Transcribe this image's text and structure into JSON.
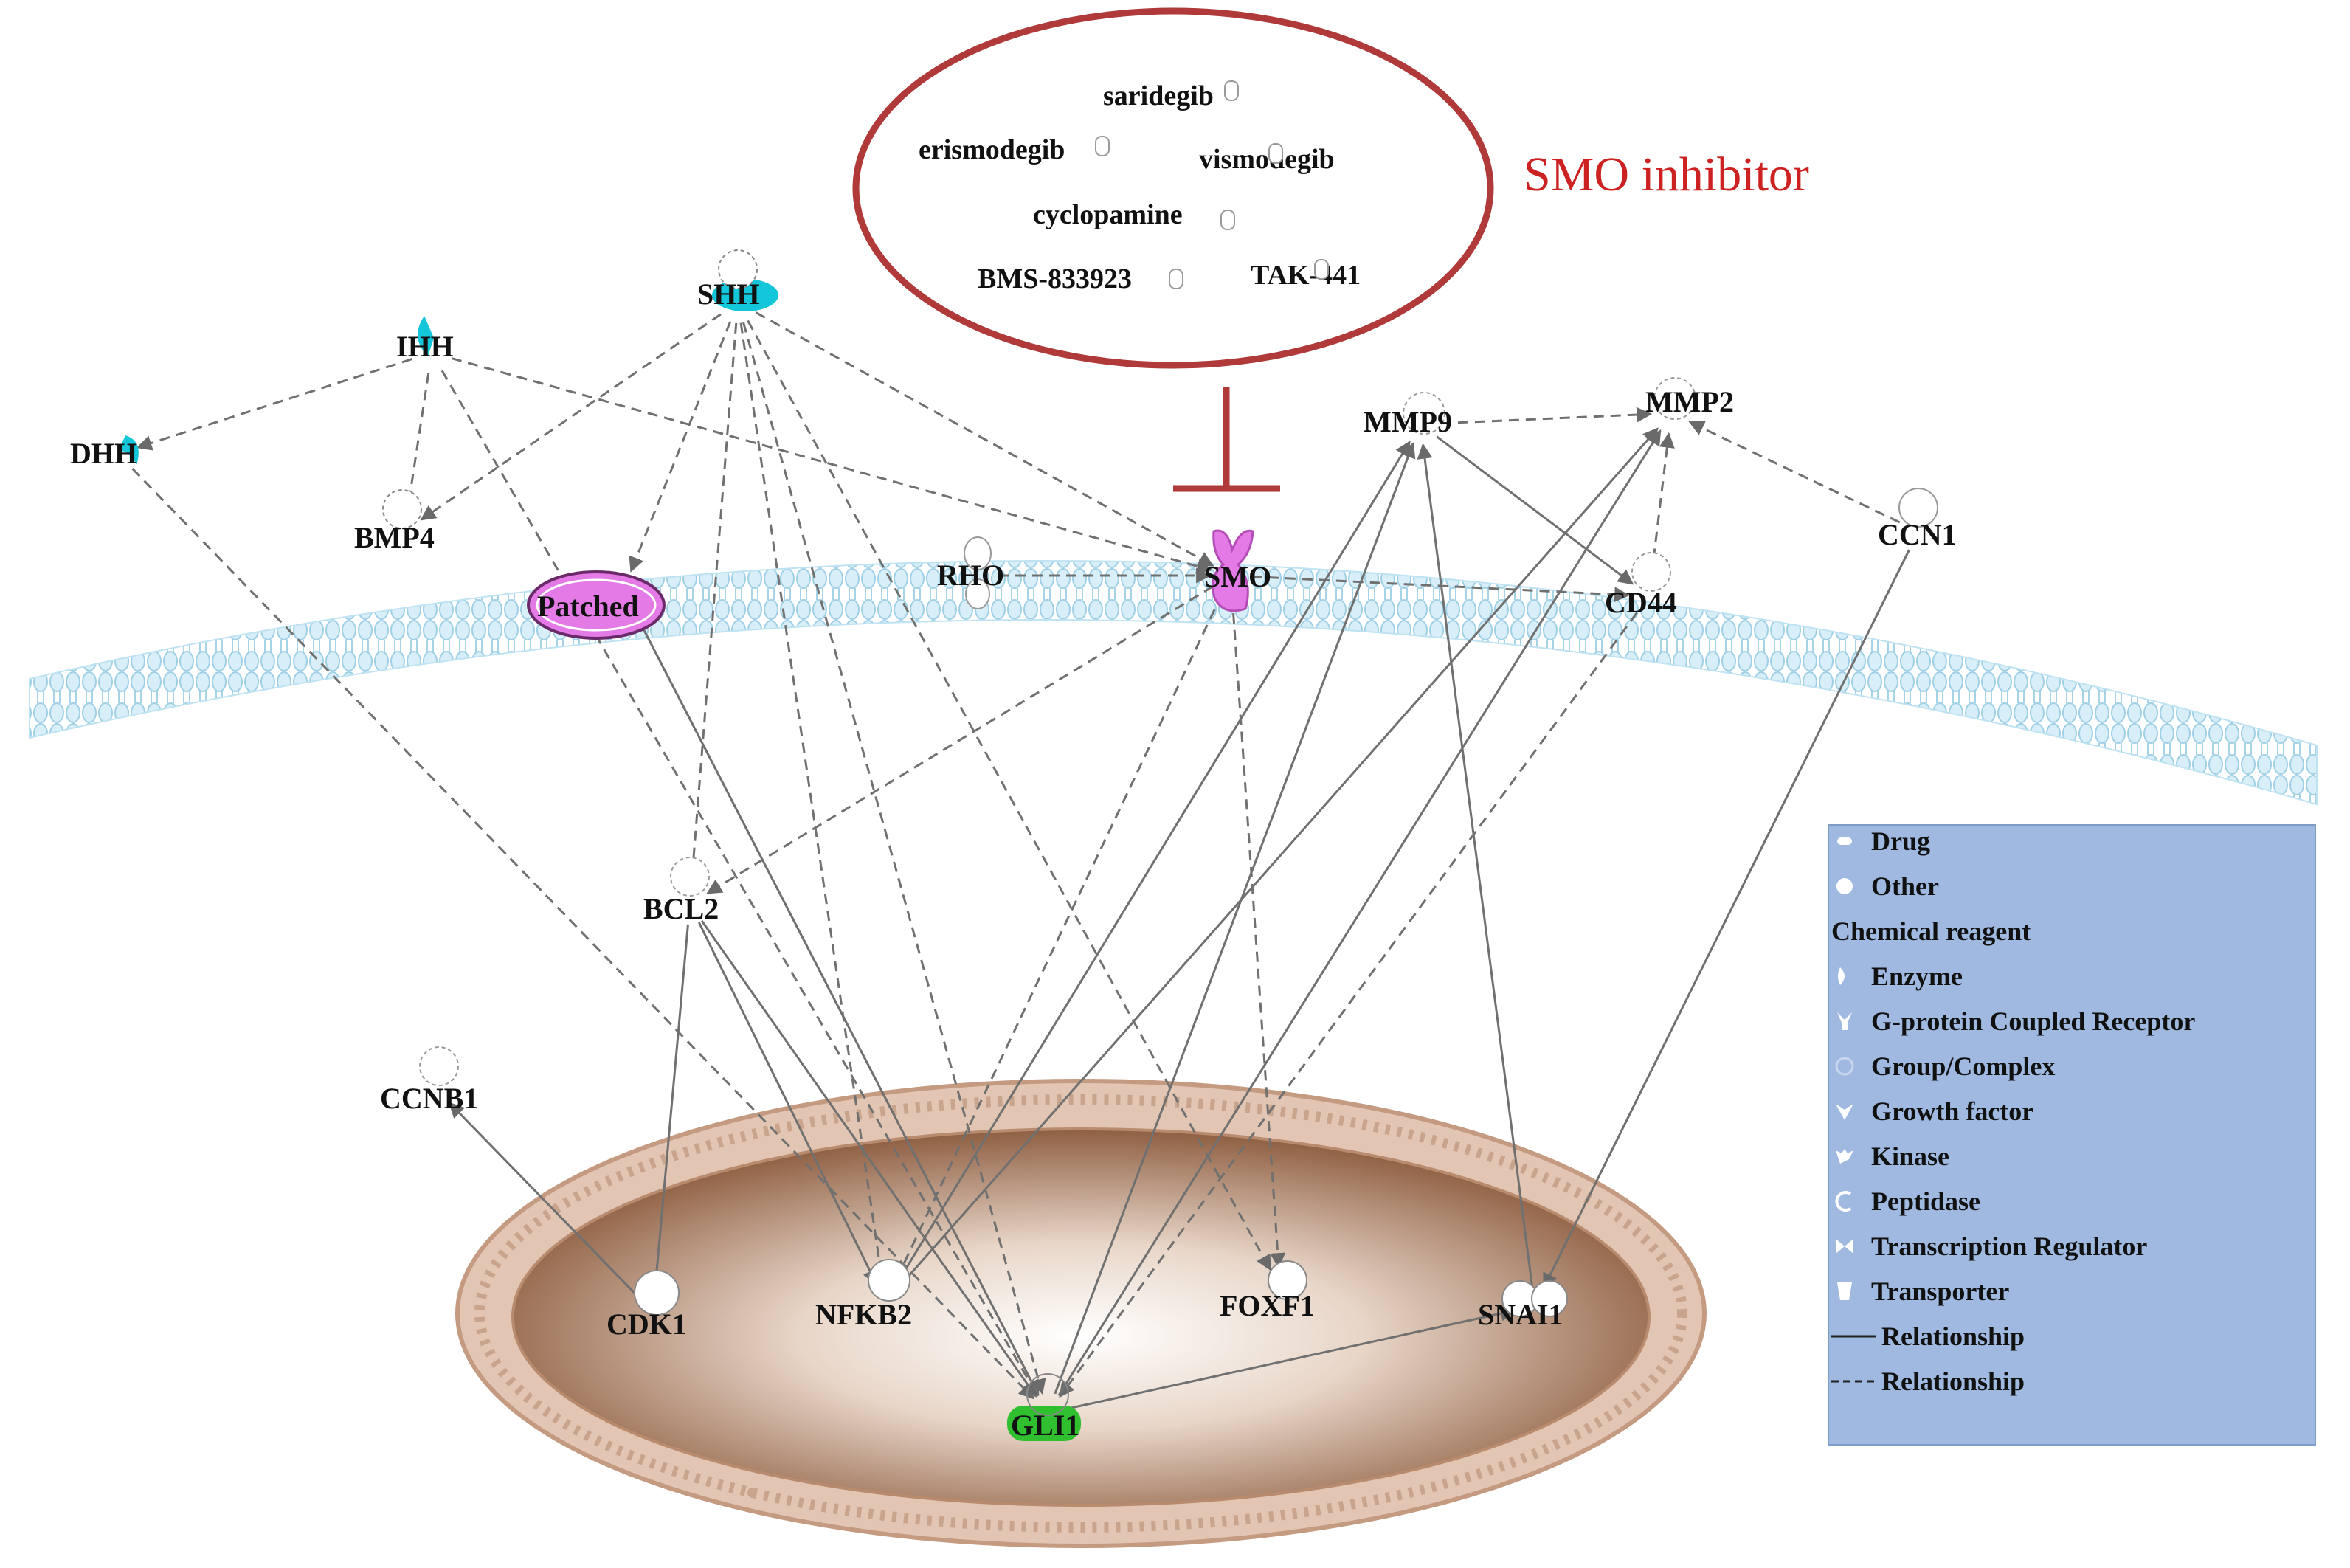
{
  "title": "",
  "colors": {
    "membrane": "#bfe3f2",
    "membrane_stroke": "#86c4e0",
    "nucleus_outer": "#c8a088",
    "nucleus_inner_center": "#ffffff",
    "nucleus_inner_edge": "#8b5a3c",
    "inhibitor_red": "#cc2222",
    "ellipse_stroke": "#b03a3a",
    "edge_gray": "#707070",
    "legend_bg": "#9fb9e0",
    "cyan": "#13c6d9",
    "magenta": "#e37ae6",
    "green": "#2fbf2f"
  },
  "inhibitor": {
    "title": "SMO inhibitor",
    "drugs": [
      "saridegib",
      "erismodegib",
      "vismodegib",
      "cyclopamine",
      "BMS-833923",
      "TAK-441"
    ]
  },
  "nodes": [
    {
      "id": "SHH",
      "label": "SHH",
      "style": "cyan-kinase"
    },
    {
      "id": "IHH",
      "label": "IHH",
      "style": "cyan-peptidase"
    },
    {
      "id": "DHH",
      "label": "DHH",
      "style": "cyan-peptidase"
    },
    {
      "id": "BMP4",
      "label": "BMP4",
      "style": "growth"
    },
    {
      "id": "Patched",
      "label": "Patched",
      "style": "magenta-ellipse"
    },
    {
      "id": "RHO",
      "label": "RHO",
      "style": "receptor"
    },
    {
      "id": "SMO",
      "label": "SMO",
      "style": "magenta-receptor"
    },
    {
      "id": "MMP9",
      "label": "MMP9",
      "style": "peptidase"
    },
    {
      "id": "MMP2",
      "label": "MMP2",
      "style": "peptidase"
    },
    {
      "id": "CD44",
      "label": "CD44",
      "style": "other"
    },
    {
      "id": "CCN1",
      "label": "CCN1",
      "style": "other"
    },
    {
      "id": "BCL2",
      "label": "BCL2",
      "style": "other"
    },
    {
      "id": "CCNB1",
      "label": "CCNB1",
      "style": "other"
    },
    {
      "id": "CDK1",
      "label": "CDK1",
      "style": "kinase"
    },
    {
      "id": "NFKB2",
      "label": "NFKB2",
      "style": "tr"
    },
    {
      "id": "FOXF1",
      "label": "FOXF1",
      "style": "tr"
    },
    {
      "id": "SNAI1",
      "label": "SNAI1",
      "style": "tr"
    },
    {
      "id": "GLI1",
      "label": "GLI1",
      "style": "green-tr"
    }
  ],
  "edges": [
    {
      "from": "IHH",
      "to": "DHH",
      "style": "dashed"
    },
    {
      "from": "IHH",
      "to": "BMP4",
      "style": "dashed"
    },
    {
      "from": "IHH",
      "to": "SMO",
      "style": "dashed"
    },
    {
      "from": "IHH",
      "to": "GLI1",
      "style": "dashed"
    },
    {
      "from": "DHH",
      "to": "GLI1",
      "style": "dashed"
    },
    {
      "from": "SHH",
      "to": "BMP4",
      "style": "dashed"
    },
    {
      "from": "SHH",
      "to": "Patched",
      "style": "dashed"
    },
    {
      "from": "SHH",
      "to": "BCL2",
      "style": "dashed"
    },
    {
      "from": "SHH",
      "to": "SMO",
      "style": "dashed"
    },
    {
      "from": "SHH",
      "to": "GLI1",
      "style": "dashed"
    },
    {
      "from": "SHH",
      "to": "FOXF1",
      "style": "dashed"
    },
    {
      "from": "SHH",
      "to": "NFKB2",
      "style": "dashed"
    },
    {
      "from": "Patched",
      "to": "GLI1",
      "style": "dashed"
    },
    {
      "from": "GLI1",
      "to": "Patched",
      "style": "dashed"
    },
    {
      "from": "RHO",
      "to": "SMO",
      "style": "dashed"
    },
    {
      "from": "SMO",
      "to": "BCL2",
      "style": "dashed"
    },
    {
      "from": "SMO",
      "to": "FOXF1",
      "style": "dashed"
    },
    {
      "from": "SMO",
      "to": "NFKB2",
      "style": "dashed"
    },
    {
      "from": "SMO",
      "to": "CD44",
      "style": "dashed"
    },
    {
      "from": "MMP9",
      "to": "MMP2",
      "style": "dashed"
    },
    {
      "from": "CCN1",
      "to": "MMP2",
      "style": "dashed"
    },
    {
      "from": "CD44",
      "to": "MMP2",
      "style": "dashed"
    },
    {
      "from": "CD44",
      "to": "GLI1",
      "style": "dashed"
    },
    {
      "from": "MMP9",
      "to": "CD44",
      "style": "solid"
    },
    {
      "from": "GLI1",
      "to": "MMP9",
      "style": "solid"
    },
    {
      "from": "GLI1",
      "to": "MMP2",
      "style": "solid"
    },
    {
      "from": "NFKB2",
      "to": "MMP9",
      "style": "solid"
    },
    {
      "from": "NFKB2",
      "to": "MMP2",
      "style": "solid"
    },
    {
      "from": "SNAI1",
      "to": "MMP9",
      "style": "solid"
    },
    {
      "from": "CCN1",
      "to": "SNAI1",
      "style": "solid"
    },
    {
      "from": "GLI1",
      "to": "SNAI1",
      "style": "solid"
    },
    {
      "from": "BCL2",
      "to": "CDK1",
      "style": "solid"
    },
    {
      "from": "BCL2",
      "to": "NFKB2",
      "style": "solid"
    },
    {
      "from": "BCL2",
      "to": "GLI1",
      "style": "solid"
    },
    {
      "from": "CDK1",
      "to": "CCNB1",
      "style": "solid"
    }
  ],
  "legend": {
    "items": [
      {
        "icon": "drug",
        "label": "Drug"
      },
      {
        "icon": "other",
        "label": "Other"
      },
      {
        "icon": "none",
        "label": "Chemical reagent"
      },
      {
        "icon": "enzyme",
        "label": "Enzyme"
      },
      {
        "icon": "gpcr",
        "label": "G-protein Coupled Receptor"
      },
      {
        "icon": "group",
        "label": "Group/Complex"
      },
      {
        "icon": "growth",
        "label": "Growth factor"
      },
      {
        "icon": "kinase",
        "label": "Kinase"
      },
      {
        "icon": "peptidase",
        "label": "Peptidase"
      },
      {
        "icon": "tr",
        "label": "Transcription Regulator"
      },
      {
        "icon": "transporter",
        "label": "Transporter"
      },
      {
        "icon": "solid-line",
        "label": "Relationship"
      },
      {
        "icon": "dashed-line",
        "label": "Relationship"
      }
    ]
  }
}
